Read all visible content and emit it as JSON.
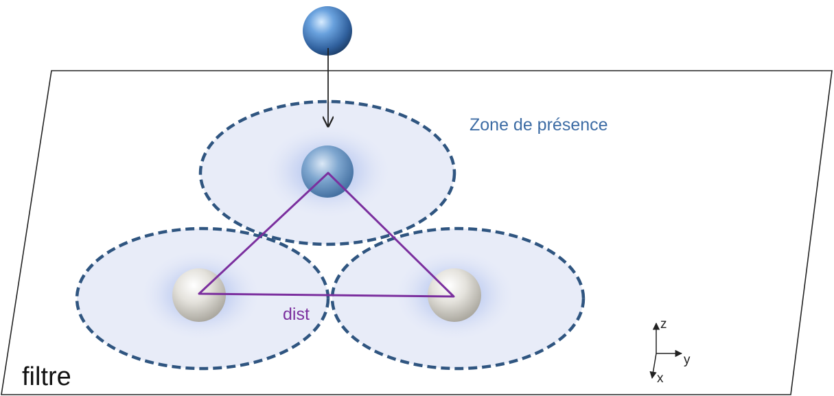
{
  "labels": {
    "zone": "Zone de présence",
    "distance": "dist",
    "plane": "filtre"
  },
  "axes": {
    "z": "z",
    "y": "y",
    "x": "x"
  },
  "colors": {
    "zone_dash": "#2f5580",
    "zone_fill": "#e8ecf8",
    "zone_text": "#3d6ca4",
    "triangle": "#7b2f9e",
    "sphere_blue": "#4a7fc0",
    "sphere_grey": "#d8d6d0",
    "plane_outline": "#222222"
  }
}
